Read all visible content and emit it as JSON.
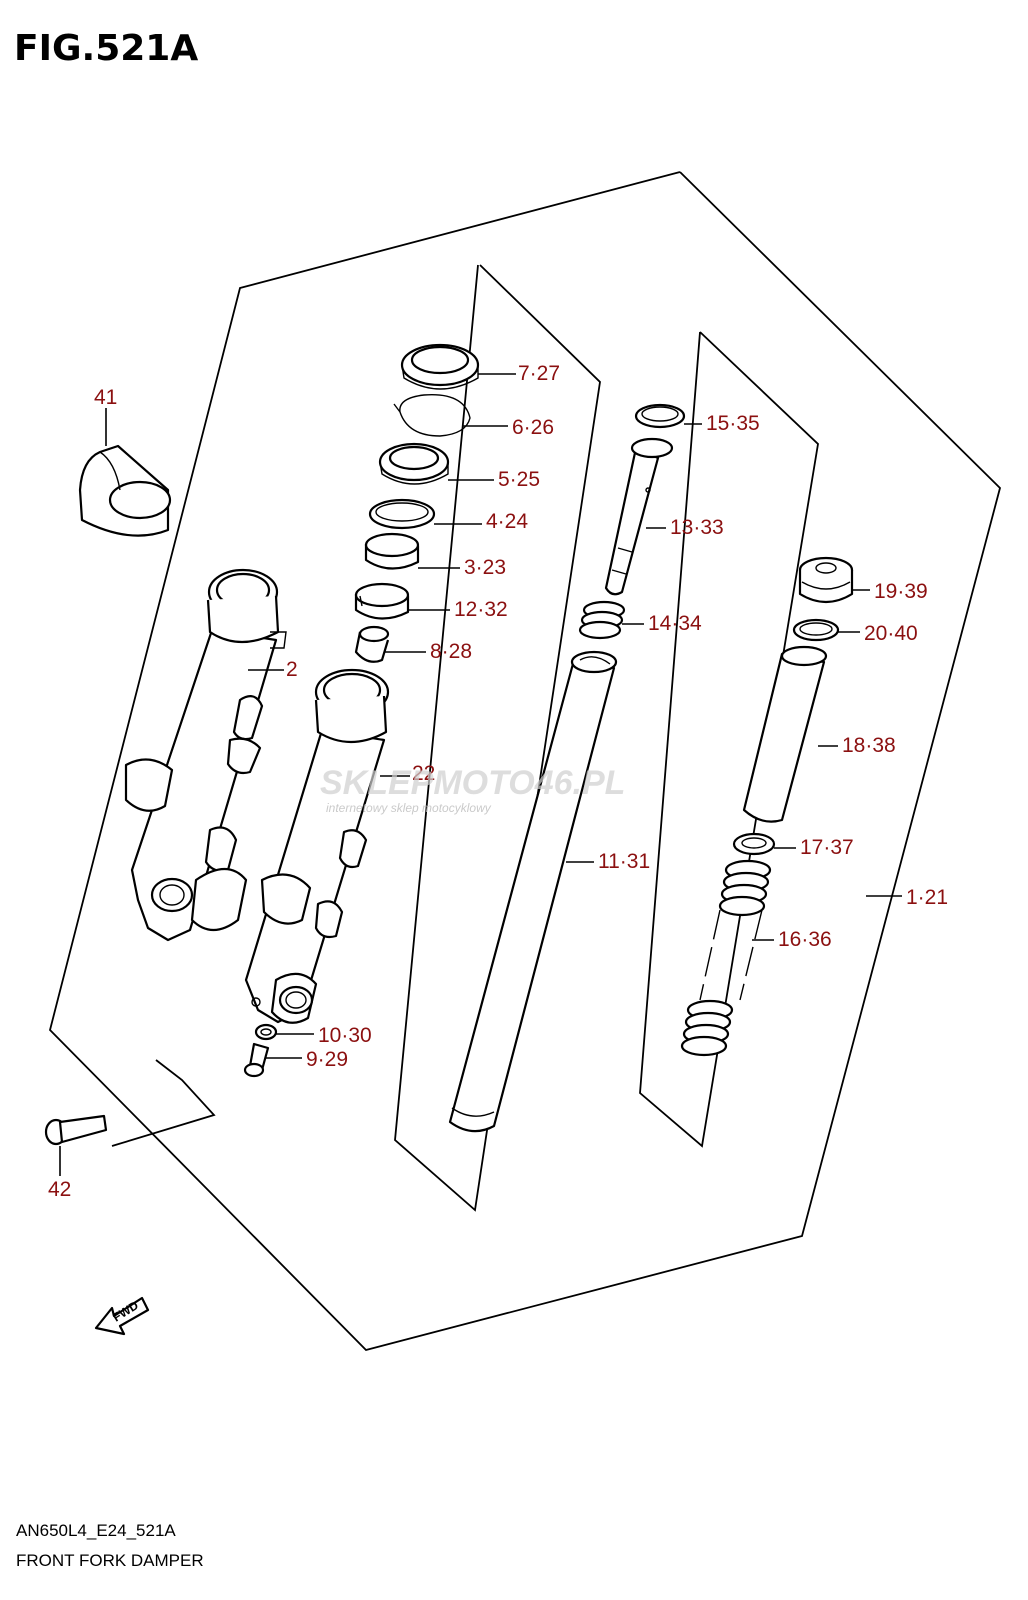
{
  "figure": {
    "title": "FIG.521A",
    "model_code": "AN650L4_E24_521A",
    "caption": "FRONT FORK DAMPER"
  },
  "watermark": {
    "main": "SKLEPMOTO46.PL",
    "sub": "internetowy sklep motocyklowy"
  },
  "direction_badge": {
    "label": "FWD",
    "icon": "arrow-forward-icon"
  },
  "callouts": [
    {
      "id": "c41",
      "label": "41"
    },
    {
      "id": "c2",
      "label": "2"
    },
    {
      "id": "c22",
      "label": "22"
    },
    {
      "id": "c7",
      "label": "7·27"
    },
    {
      "id": "c6",
      "label": "6·26"
    },
    {
      "id": "c5",
      "label": "5·25"
    },
    {
      "id": "c4",
      "label": "4·24"
    },
    {
      "id": "c3",
      "label": "3·23"
    },
    {
      "id": "c12",
      "label": "12·32"
    },
    {
      "id": "c8",
      "label": "8·28"
    },
    {
      "id": "c15",
      "label": "15·35"
    },
    {
      "id": "c13",
      "label": "13·33"
    },
    {
      "id": "c14",
      "label": "14·34"
    },
    {
      "id": "c11",
      "label": "11·31"
    },
    {
      "id": "c19",
      "label": "19·39"
    },
    {
      "id": "c20",
      "label": "20·40"
    },
    {
      "id": "c18",
      "label": "18·38"
    },
    {
      "id": "c17",
      "label": "17·37"
    },
    {
      "id": "c16",
      "label": "16·36"
    },
    {
      "id": "c1",
      "label": "1·21"
    },
    {
      "id": "c10",
      "label": "10·30"
    },
    {
      "id": "c9",
      "label": "9·29"
    },
    {
      "id": "c42",
      "label": "42"
    }
  ]
}
